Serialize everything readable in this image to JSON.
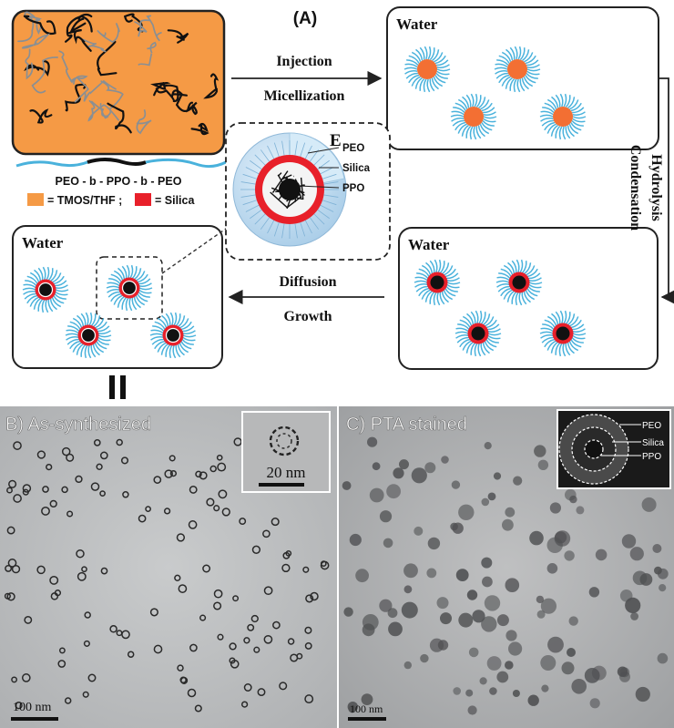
{
  "panel_a": {
    "label": "(A)",
    "polymer_label": "PEO - b - PPO - b - PEO",
    "legend": {
      "tmos_text": "= TMOS/THF ;",
      "silica_text": "= Silica",
      "tmos_color": "#f59a45",
      "silica_color": "#e8202a"
    },
    "boxes": {
      "water_label": "Water"
    },
    "arrows": {
      "step1_top": "Injection",
      "step1_bottom": "Micellization",
      "step2_top": "Hydrolysis",
      "step2_bottom": "Condensation",
      "step3_top": "Diffusion",
      "step3_bottom": "Growth"
    },
    "inset": {
      "letter": "E",
      "layer1": "PEO",
      "layer2": "Silica",
      "layer3": "PPO"
    },
    "equals_sign": "="
  },
  "panel_b": {
    "label": "B) As-synthesized",
    "inset_scale": "20 nm",
    "scale_bar": "100 nm"
  },
  "panel_c": {
    "label": "C) PTA stained",
    "inset_l1": "PEO",
    "inset_l2": "Silica",
    "inset_l3": "PPO",
    "scale_bar": "100 nm"
  },
  "colors": {
    "corona": "#4ab2dc",
    "silica": "#e8202a",
    "core": "#111111",
    "orange_core": "#f36f33"
  }
}
